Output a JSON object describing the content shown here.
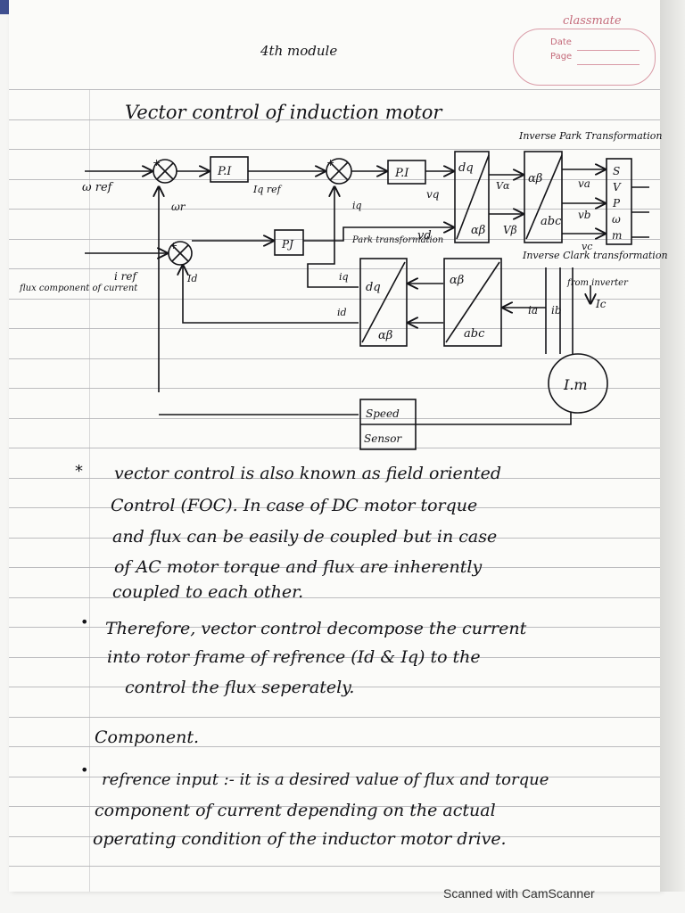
{
  "brand": {
    "name": "classmate",
    "date_label": "Date",
    "page_label": "Page"
  },
  "header": {
    "module": "4th module"
  },
  "title": "Vector control of induction motor",
  "diagram": {
    "w_ref": "ω ref",
    "w_r": "ωr",
    "pi_speed": "P.I",
    "iq_ref": "Iq ref",
    "pi_iq": "P.I",
    "vq_in": "vq",
    "vd_in": "vd",
    "iq_fb": "iq",
    "pi_d": "PJ",
    "i_ref": "i ref",
    "id_fb": "Id",
    "flux_note": "flux component of current",
    "park_label": "Park transformation",
    "inv_park_label": "Inverse Park Transformation",
    "inv_clark_label": "Inverse Clark transformation",
    "from_inverter": "from inverter",
    "blk_dq_top": "dq",
    "blk_ab_bottom": "αβ",
    "v_alpha": "Vα",
    "v_beta": "Vβ",
    "blk_ab_top": "αβ",
    "blk_abc": "abc",
    "va": "va",
    "vb": "vb",
    "vc": "vc",
    "svpwm": [
      "S",
      "V",
      "P",
      "ω",
      "m"
    ],
    "blk_dq_low_top": "dq",
    "blk_ab_low_bottom": "αβ",
    "iq_out": "iq",
    "id_out": "id",
    "blk_ab_low": "αβ",
    "blk_abc_low": "abc",
    "ia": "ia",
    "ib": "ib",
    "ic": "Ic",
    "motor": "I.m",
    "sensor_line1": "Speed",
    "sensor_line2": "Sensor",
    "plus": "+",
    "minus": "-"
  },
  "notes": [
    {
      "marker": "*",
      "lines": [
        "vector control is also known as field oriented",
        "Control (FOC). In case of DC motor torque",
        "and flux can be easily de coupled but in case",
        "of AC motor torque and flux are inherently",
        "coupled to each other."
      ]
    },
    {
      "marker": "•",
      "lines": [
        "Therefore, vector control decompose the current",
        "into rotor frame of refrence (Id & Iq) to the",
        "control the flux seperately."
      ]
    }
  ],
  "component": {
    "heading": "Component.",
    "marker": "•",
    "lines": [
      "refrence input :- it is a desired value of flux and torque",
      "component of current depending on the actual",
      "operating condition of the inductor motor drive."
    ]
  },
  "footer": "Scanned with CamScanner"
}
